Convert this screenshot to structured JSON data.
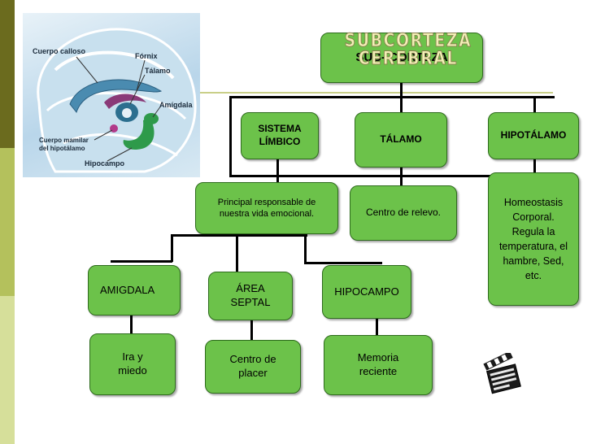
{
  "brain": {
    "labels": {
      "cuerpo_calloso": "Cuerpo calloso",
      "fornix": "Fórnix",
      "talamo": "Tálamo",
      "amigdala": "Amígdala",
      "cuerpo_mamilar_1": "Cuerpo mamilar",
      "cuerpo_mamilar_2": "del hipotálamo",
      "hipocampo": "Hipocampo"
    }
  },
  "title": {
    "ghost_line1": "SUBCORTEZA",
    "ghost_line2": "CEREBRAL",
    "main": "SUB- CORTEZA"
  },
  "level1": {
    "sistema_limbico": "SISTEMA LÍMBICO",
    "talamo": "TÁLAMO",
    "hipotalamo": "HIPOTÁLAMO"
  },
  "level2": {
    "limbico_desc": "Principal responsable de nuestra vida emocional.",
    "talamo_desc": "Centro de relevo.",
    "hipotalamo_desc": "Homeostasis Corporal. Regula la temperatura, el hambre, Sed, etc."
  },
  "level3": {
    "amigdala": "AMIGDALA",
    "area_septal": "ÁREA SEPTAL",
    "hipocampo": "HIPOCAMPO"
  },
  "level4": {
    "amigdala_desc": "Ira y miedo",
    "area_septal_desc": "Centro de placer",
    "hipocampo_desc": "Memoria reciente"
  },
  "colors": {
    "box_green": "#6cc24a",
    "sidebar_dark": "#6b6b1e",
    "sidebar_mid": "#b4c15c",
    "sidebar_light": "#d6df9a"
  },
  "icons": {
    "clapperboard": "clapperboard-icon"
  }
}
